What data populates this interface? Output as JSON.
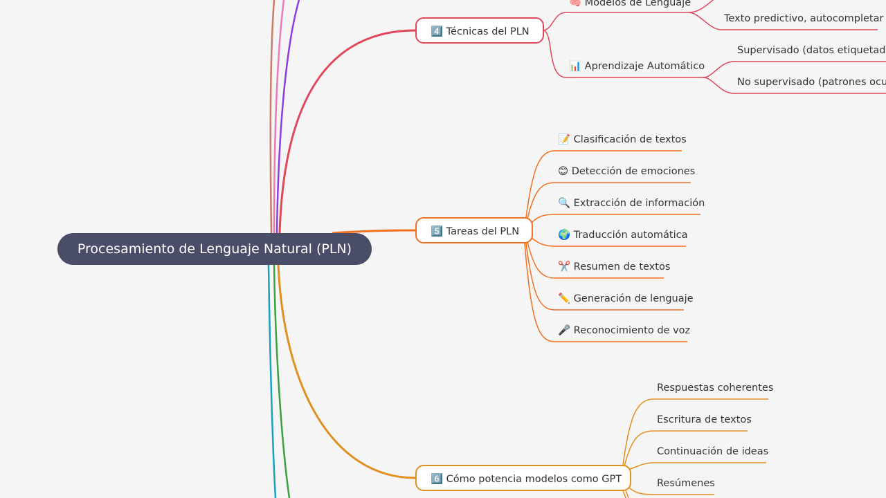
{
  "root": {
    "label": "Procesamiento de Lenguaje Natural (PLN)"
  },
  "colors": {
    "root_fill": "#4a4d67",
    "tecnicas": "#e0475a",
    "tareas": "#f07020",
    "gpt": "#e08f20",
    "background": "#f5f5f5"
  },
  "branches": {
    "tecnicas": {
      "label": "4️⃣ Técnicas del PLN",
      "children": {
        "modelos": {
          "label": "🧠 Modelos de Lenguaje",
          "children": [
            "Texto predictivo, autocompletar"
          ]
        },
        "aprendizaje": {
          "label": "📊 Aprendizaje Automático",
          "children": [
            "Supervisado (datos etiquetados)",
            "No supervisado (patrones ocultos)"
          ]
        }
      }
    },
    "tareas": {
      "label": "5️⃣ Tareas del PLN",
      "children": [
        "📝 Clasificación de textos",
        "😊 Detección de emociones",
        "🔍 Extracción de información",
        "🌍 Traducción automática",
        "✂️ Resumen de textos",
        "✏️ Generación de lenguaje",
        "🎤 Reconocimiento de voz"
      ]
    },
    "gpt": {
      "label": "6️⃣ Cómo potencia modelos como GPT",
      "children": [
        "Respuestas coherentes",
        "Escritura de textos",
        "Continuación de ideas",
        "Resúmenes"
      ]
    }
  }
}
